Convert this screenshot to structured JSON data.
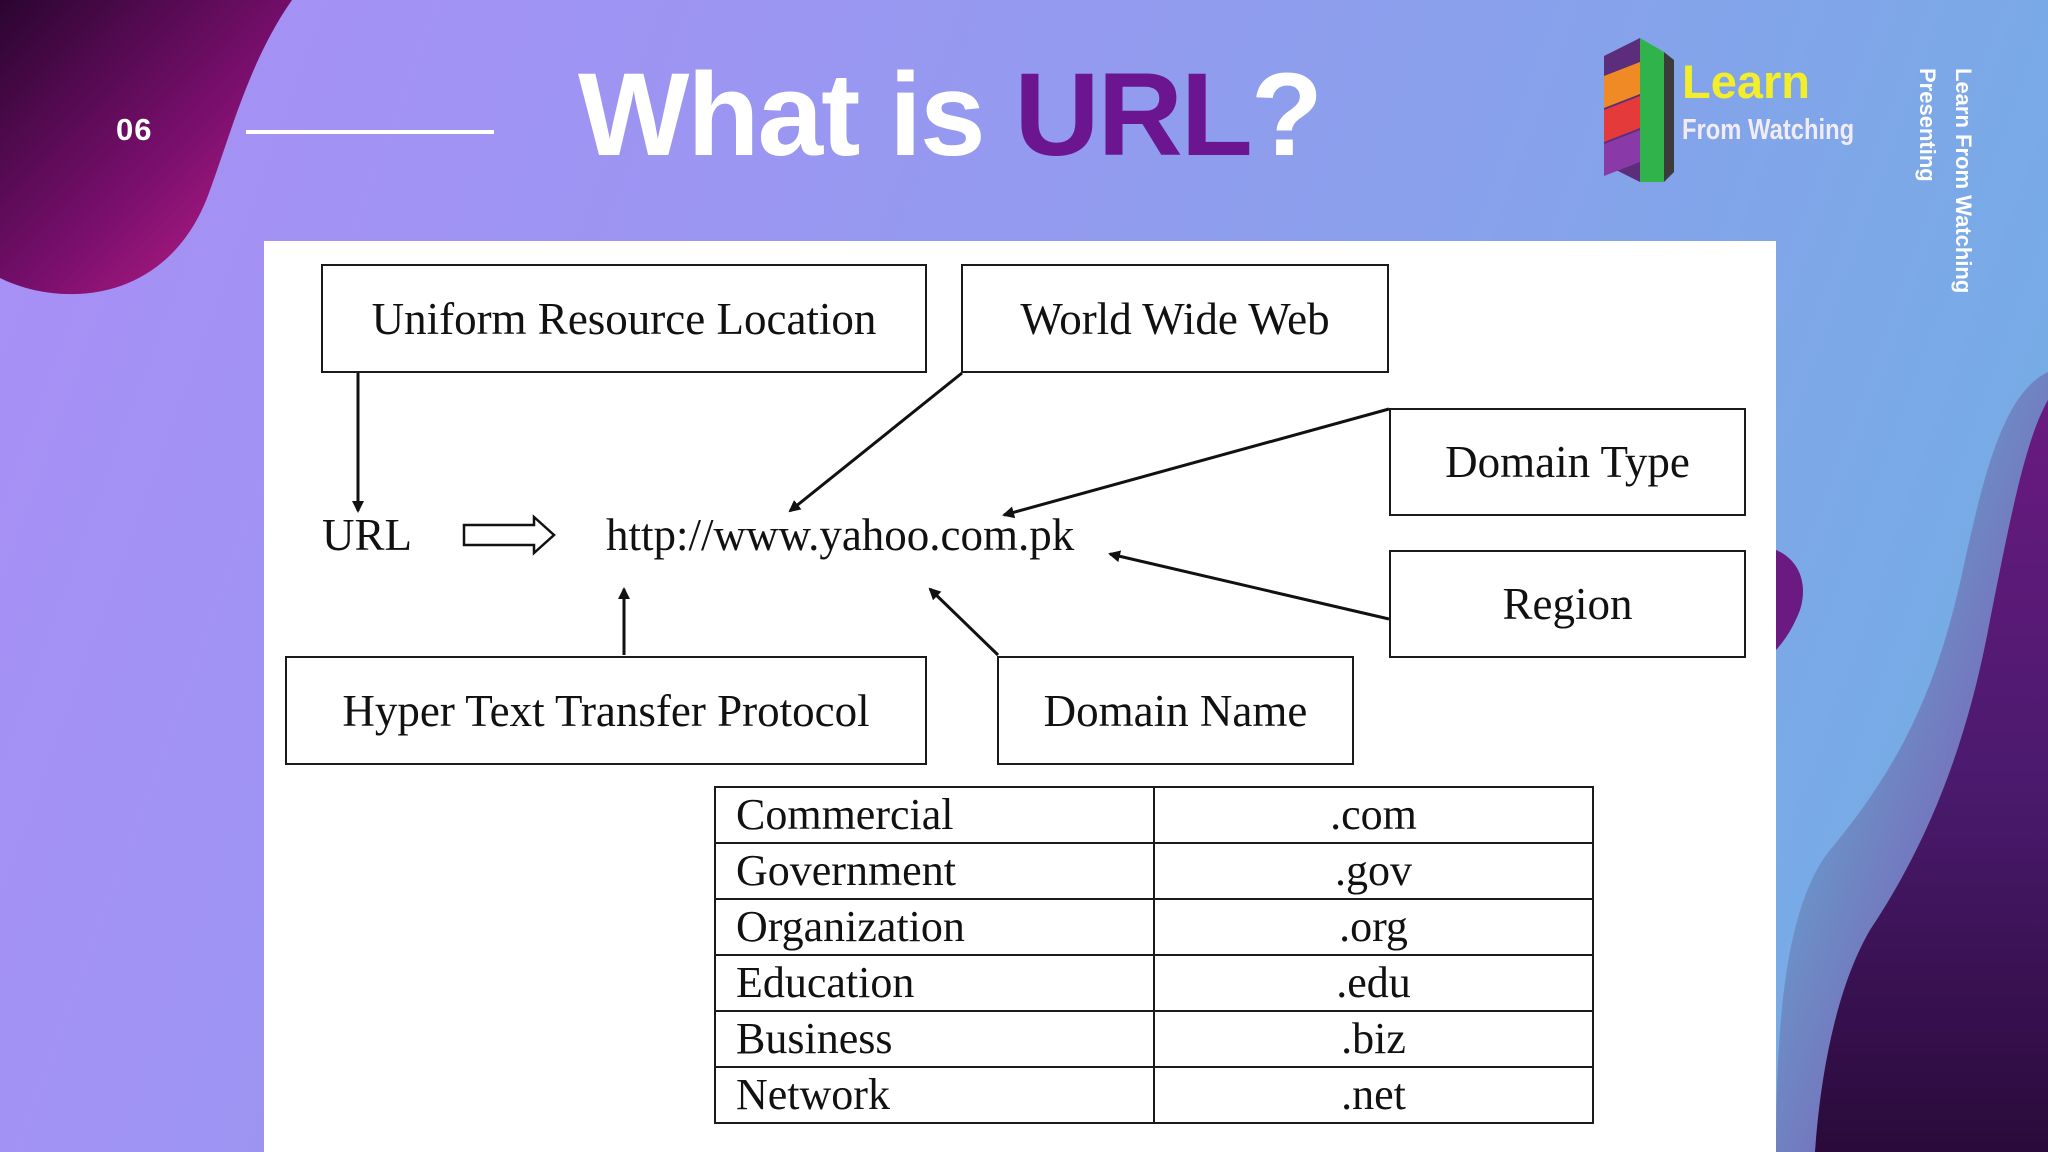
{
  "slide": {
    "number": "06",
    "title_prefix": "What is ",
    "title_accent": "URL",
    "title_suffix": "?"
  },
  "branding": {
    "logo_word": "Learn",
    "logo_subword": "From Watching",
    "side_text_1": "Learn From Watching",
    "side_text_2": "Presenting"
  },
  "diagram": {
    "uniform_resource_location": "Uniform Resource Location",
    "world_wide_web": "World Wide Web",
    "domain_type": "Domain Type",
    "region": "Region",
    "hypertext_transfer_protocol": "Hyper Text Transfer Protocol",
    "domain_name": "Domain Name",
    "url_label": "URL",
    "url_example": "http://www.yahoo.com.pk"
  },
  "domain_table": [
    {
      "category": "Commercial",
      "tld": ".com"
    },
    {
      "category": "Government",
      "tld": ".gov"
    },
    {
      "category": "Organization",
      "tld": ".org"
    },
    {
      "category": "Education",
      "tld": ".edu"
    },
    {
      "category": "Business",
      "tld": ".biz"
    },
    {
      "category": "Network",
      "tld": ".net"
    }
  ],
  "colors": {
    "title_accent": "#6b1690",
    "logo_yellow": "#f2ee2b",
    "background_start": "#a98ff6",
    "background_end": "#6fb0e4"
  }
}
